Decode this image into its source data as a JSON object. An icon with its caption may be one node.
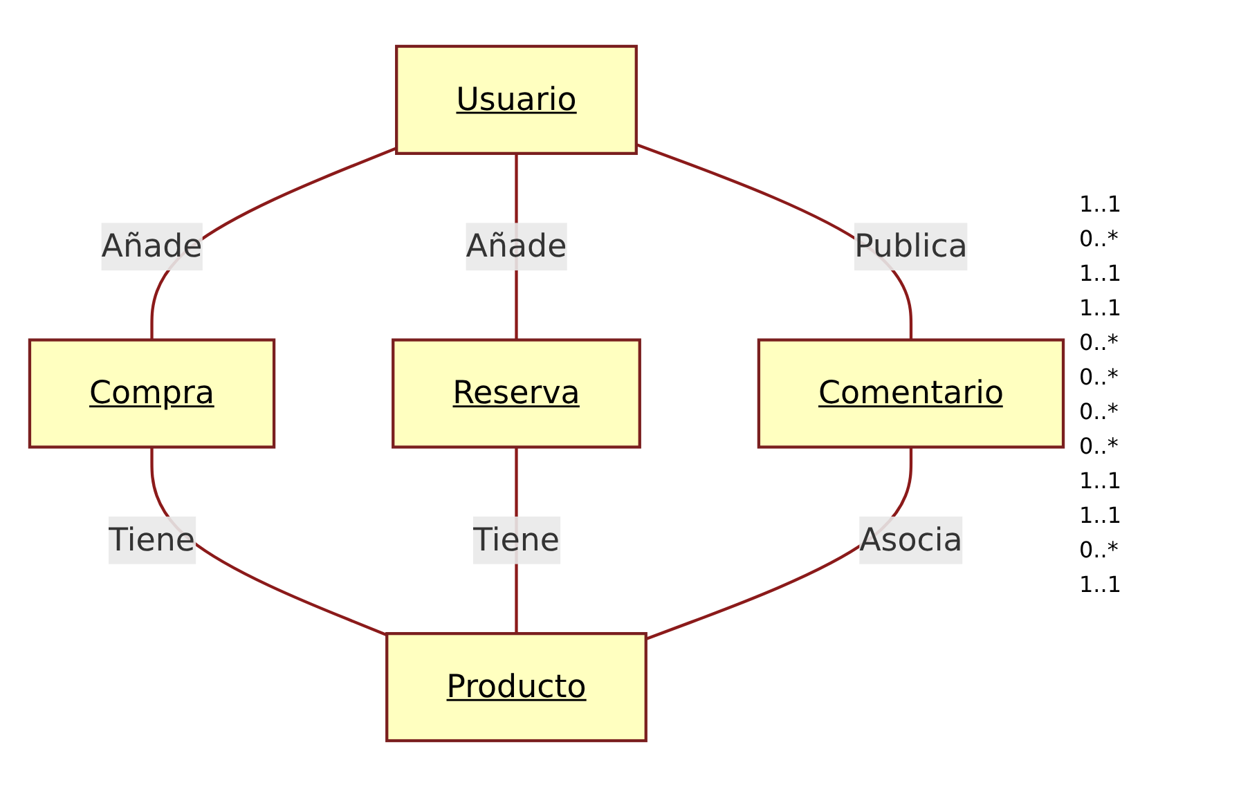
{
  "diagram": {
    "nodes": [
      {
        "text": [
          "Usuario"
        ]
      },
      {
        "text": [
          "Compra"
        ]
      },
      {
        "text": [
          "Reserva"
        ]
      },
      {
        "text": [
          "Comentario"
        ]
      },
      {
        "text": [
          "Producto"
        ]
      }
    ],
    "edges": [
      {
        "from": 0,
        "to": 1,
        "arrow": "none",
        "label": "Añade"
      },
      {
        "from": 0,
        "to": 2,
        "arrow": "none",
        "label": "Añade"
      },
      {
        "from": 0,
        "to": 3,
        "arrow": "none",
        "label": "Publica"
      },
      {
        "from": 1,
        "to": 4,
        "arrow": "none",
        "label": "Tiene"
      },
      {
        "from": 2,
        "to": 4,
        "arrow": "none",
        "label": "Tiene"
      },
      {
        "from": 3,
        "to": 4,
        "arrow": "none",
        "label": "Asocia"
      }
    ],
    "labels": [
      "1..1",
      "0..*",
      "1..1",
      "1..1",
      "0..*",
      "0..*",
      "0..*",
      "0..*",
      "1..1",
      "1..1",
      "0..*",
      "1..1"
    ]
  }
}
